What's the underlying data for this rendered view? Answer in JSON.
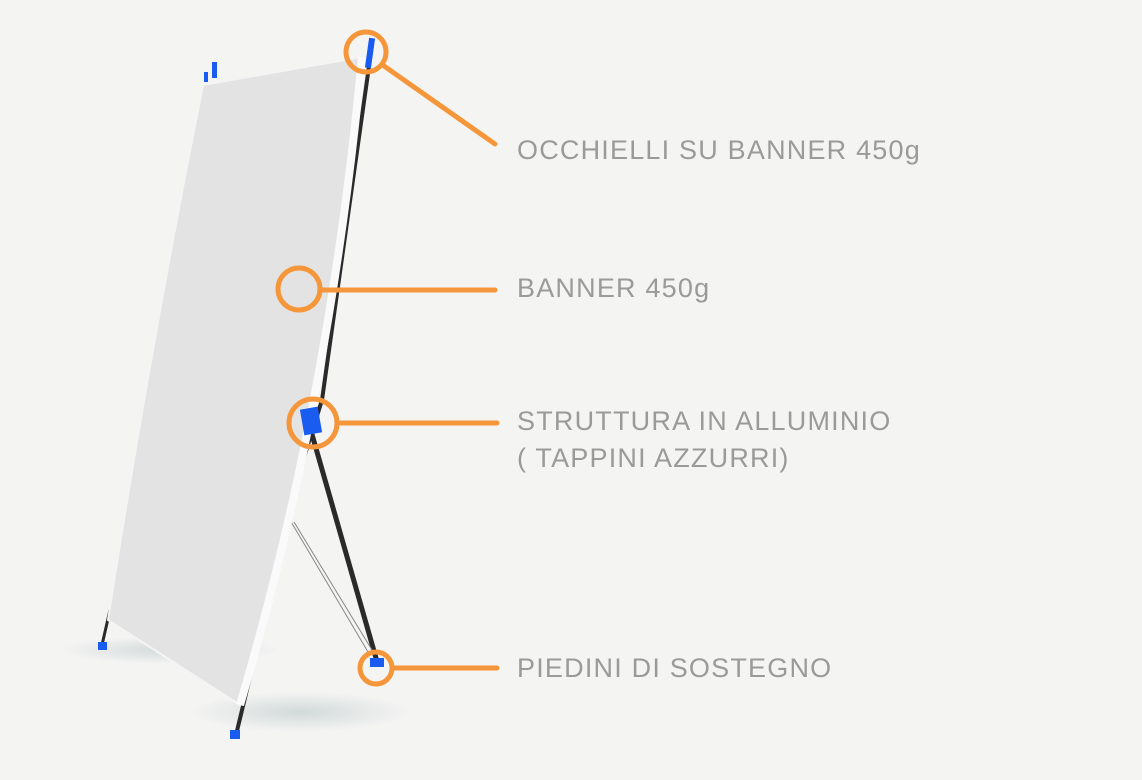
{
  "labels": {
    "eyelets": "OCCHIELLI SU BANNER 450g",
    "banner": "BANNER 450g",
    "structure_line1": "STRUTTURA IN ALLUMINIO",
    "structure_line2": "( TAPPINI AZZURRI)",
    "feet": "PIEDINI DI SOSTEGNO"
  },
  "colors": {
    "callout": "#f5963a",
    "label_text": "#9a9a9a",
    "caps": "#1a5cf0",
    "frame": "#2a2a2a",
    "banner": "#e2e2e2"
  }
}
